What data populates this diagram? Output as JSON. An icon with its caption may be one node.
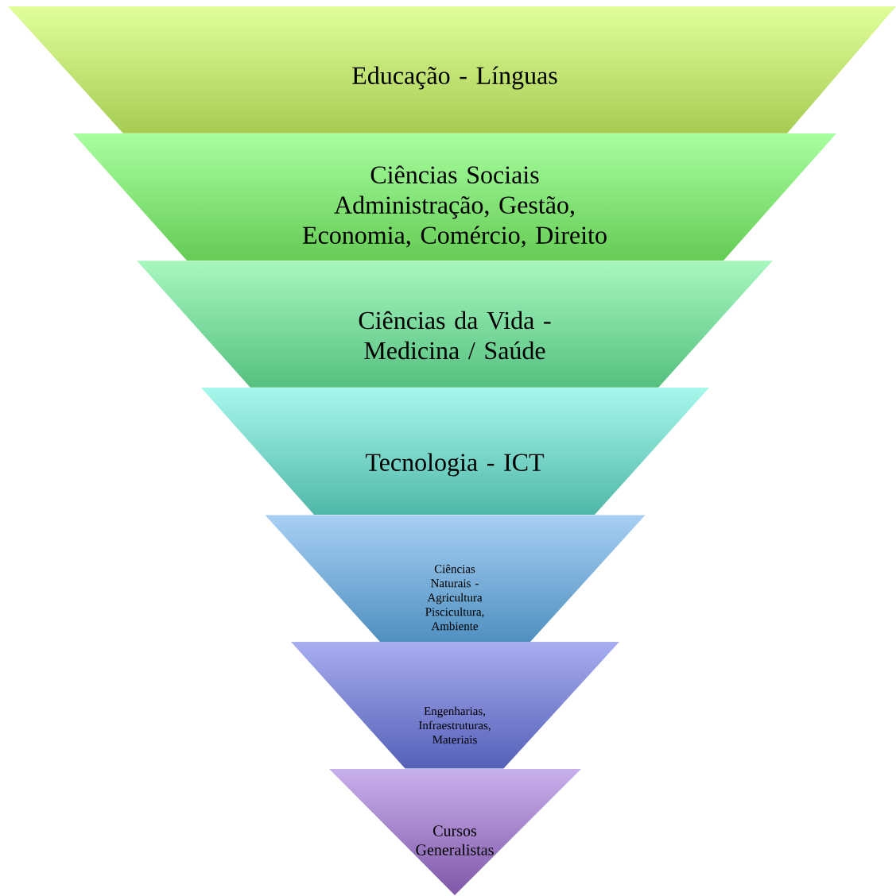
{
  "diagram": {
    "nodes": [
      {
        "text": [
          "Educação - Línguas"
        ]
      },
      {
        "text": [
          "Ciências Sociais",
          "Administração, Gestão, Economia, Comércio, Direito"
        ]
      },
      {
        "text": [
          "Ciências da Vida - Medicina / Saúde"
        ]
      },
      {
        "text": [
          "Tecnologia - ICT"
        ]
      },
      {
        "text": [
          "Ciências Naturais - Agricultura Piscicultura, Ambiente"
        ]
      },
      {
        "text": [
          "Engenharias, Infraestruturas, Materiais"
        ]
      },
      {
        "text": [
          "Cursos Generalistas"
        ]
      }
    ]
  }
}
